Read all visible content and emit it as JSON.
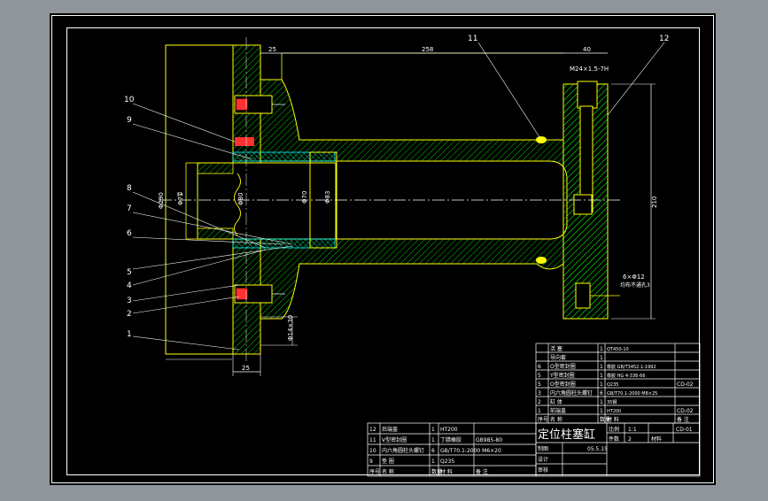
{
  "app": {
    "background_color": "#8f959b",
    "paper_color": "#000000",
    "frame_color": "#ffffff",
    "part_color": "#ffff00",
    "hatch_color": "#00ff00",
    "highlight_color": "#ff3030",
    "dim_color": "#ffffff",
    "cyan_color": "#00ffff"
  },
  "drawing": {
    "part_labels": [
      "10",
      "9",
      "8",
      "7",
      "6",
      "5",
      "4",
      "3",
      "2",
      "1",
      "11",
      "12"
    ],
    "dimensions": {
      "d_25_top": "25",
      "d_258": "258",
      "d_40": "40",
      "thread_top": "M24×1.5-7H",
      "d_210": "210",
      "bolts": "6×Φ12",
      "bolts_sub": "均布不通孔3",
      "d_25_bottom": "25",
      "phi_left": "Φ290",
      "phi_seal": "Φ71",
      "phi_80": "Φ80",
      "phi_70": "Φ70",
      "phi_83": "Φ83",
      "phi_side": "Φ14×30",
      "mark_f7": "f7"
    }
  },
  "bom_upper": {
    "rows": [
      {
        "no": "",
        "name": "活 塞",
        "qty": "1",
        "material": "QT450-10",
        "note": ""
      },
      {
        "no": "",
        "name": "导向套",
        "qty": "1",
        "material": "",
        "note": ""
      },
      {
        "no": "6",
        "name": "O型密封圈",
        "qty": "1",
        "material": "橡胶 GB/T3452.1-1992",
        "note": ""
      },
      {
        "no": "5",
        "name": "Y型密封圈",
        "qty": "1",
        "material": "橡胶 HG 4-336-66",
        "note": ""
      },
      {
        "no": "5",
        "name": "O型密封圈",
        "qty": "1",
        "material": "Q235",
        "note": "CD-02"
      },
      {
        "no": "3",
        "name": "内六角圆柱头螺钉",
        "qty": "6",
        "material": "GB/T70.1-2000 M8×25",
        "note": ""
      },
      {
        "no": "2",
        "name": "缸 体",
        "qty": "1",
        "material": "35钢",
        "note": ""
      },
      {
        "no": "1",
        "name": "前端盖",
        "qty": "1",
        "material": "HT200",
        "note": "CD-02"
      }
    ],
    "footer": [
      "序号",
      "名 称",
      "数量",
      "材 料",
      "备 注"
    ]
  },
  "bom_lower": {
    "rows": [
      {
        "no": "12",
        "name": "后端盖",
        "qty": "1",
        "material": "HT200",
        "note": ""
      },
      {
        "no": "11",
        "name": "V型密封圈",
        "qty": "1",
        "material": "丁腈橡胶",
        "spec": "GB985-80"
      },
      {
        "no": "10",
        "name": "内六角圆柱头螺钉",
        "qty": "6",
        "material": "GB/T70.1-2000 M6×20",
        "note": ""
      },
      {
        "no": "9",
        "name": "垫 圈",
        "qty": "1",
        "material": "Q235",
        "note": ""
      }
    ],
    "footer": [
      "序号",
      "名 称",
      "数量",
      "材 料",
      "备 注"
    ]
  },
  "title_block": {
    "title": "定位柱塞缸",
    "scale_label": "比例",
    "scale_value": "1:1",
    "drawing_no": "CD-01",
    "sheet_label": "件数",
    "sheet_value": "2",
    "material_label": "材料",
    "drafter_label": "制图",
    "drafter_value": "",
    "designer_label": "设计",
    "designer_value": "",
    "checker_label": "审核",
    "checker_value": "",
    "date_value": "05.5.15"
  }
}
